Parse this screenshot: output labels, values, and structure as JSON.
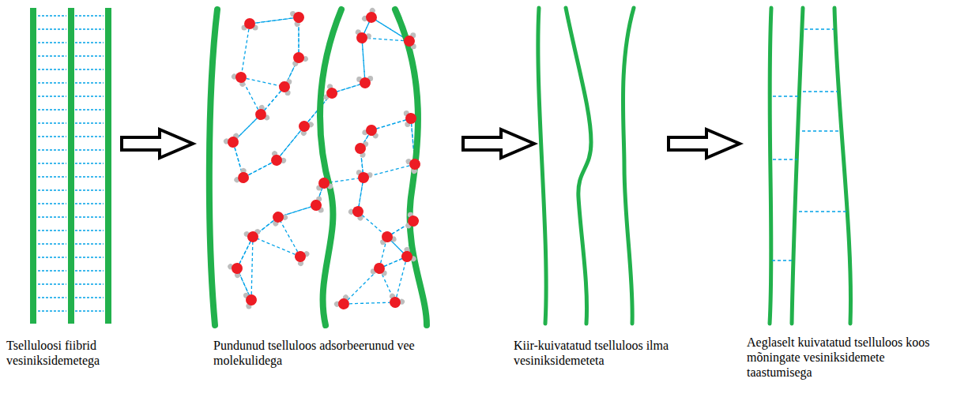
{
  "diagram": {
    "labels": [
      "Tselluloosi fiibrid vesiniksidemetega",
      "Pundunud tselluloos adsorbeerunud vee molekulidega",
      "Kiir-kuivatatud tselluloos ilma vesiniksidemeteta",
      "Aeglaselt kuivatatud tselluloos koos mõningate vesiniksidemete taastumisega"
    ]
  }
}
